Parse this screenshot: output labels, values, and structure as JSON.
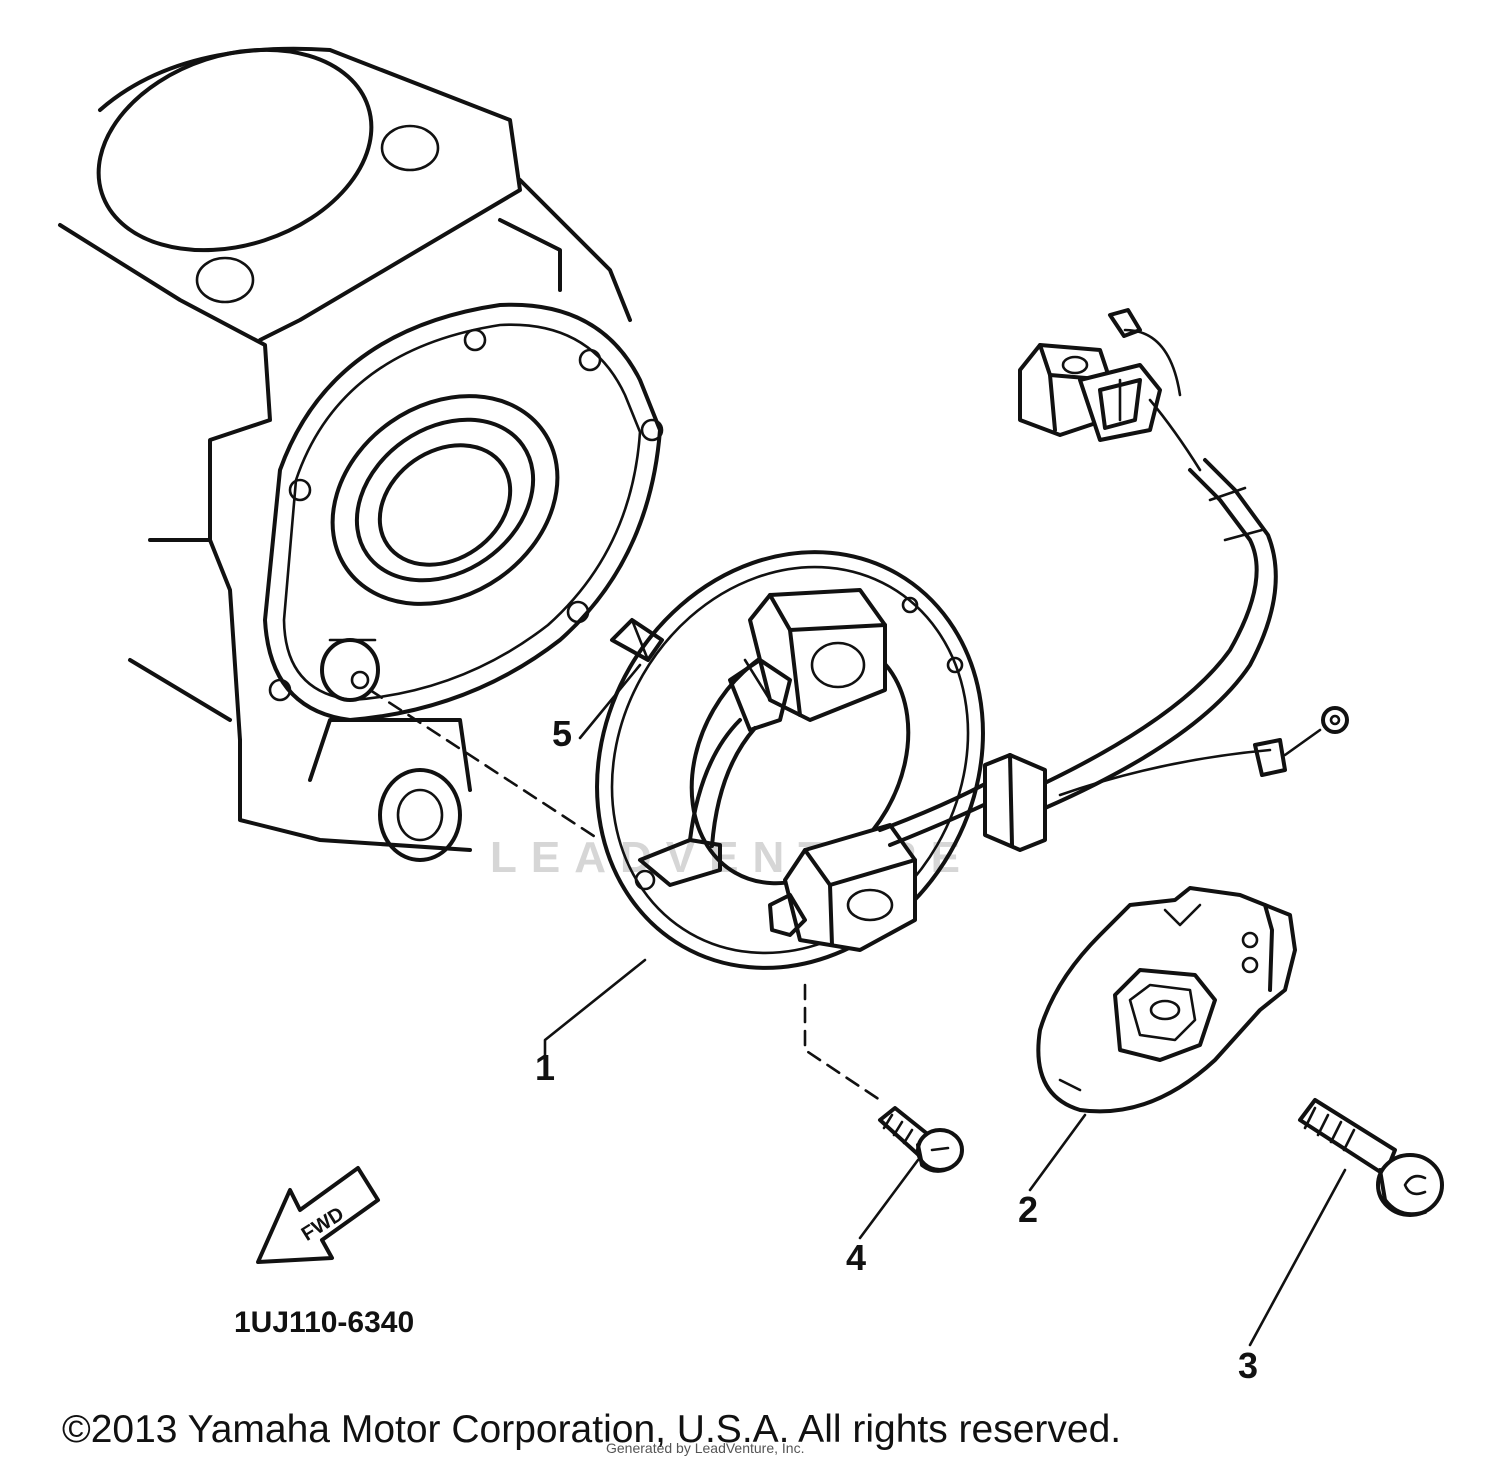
{
  "diagram": {
    "callouts": [
      "1",
      "2",
      "3",
      "4",
      "5"
    ],
    "diagram_code": "1UJ110-6340",
    "arrow_label": "FWD",
    "watermark": "LEADVENTURE"
  },
  "footer": {
    "copyright": "©2013 Yamaha Motor Corporation, U.S.A. All rights reserved.",
    "note": "Generated by LeadVenture, Inc."
  }
}
